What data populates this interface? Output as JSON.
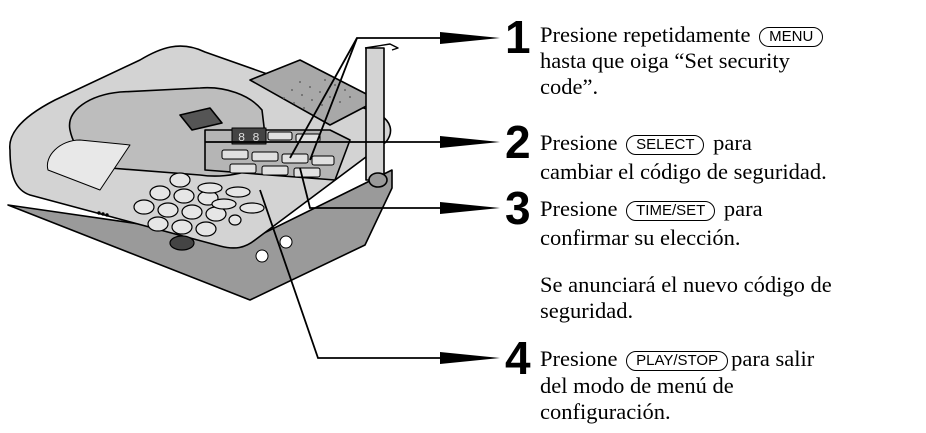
{
  "steps": [
    {
      "number": "1",
      "before": "Presione repetidamente",
      "key": "MENU",
      "after": "",
      "line2": "hasta que oiga “Set security",
      "line3": "code”."
    },
    {
      "number": "2",
      "before": "Presione",
      "key": "SELECT",
      "after": "para",
      "line2": "cambiar el código de seguridad."
    },
    {
      "number": "3",
      "before": "Presione",
      "key": "TIME/SET",
      "after": "para",
      "line2": "confirmar su elección.",
      "note1": "Se anunciará el nuevo código de",
      "note2": "seguridad."
    },
    {
      "number": "4",
      "before": "Presione",
      "key": "PLAY/STOP",
      "after": "para salir",
      "line2": "del modo de menú de",
      "line3": "configuración."
    }
  ],
  "device": {
    "display_digits": "8 8",
    "icon": "answering-machine-phone-illustration"
  }
}
